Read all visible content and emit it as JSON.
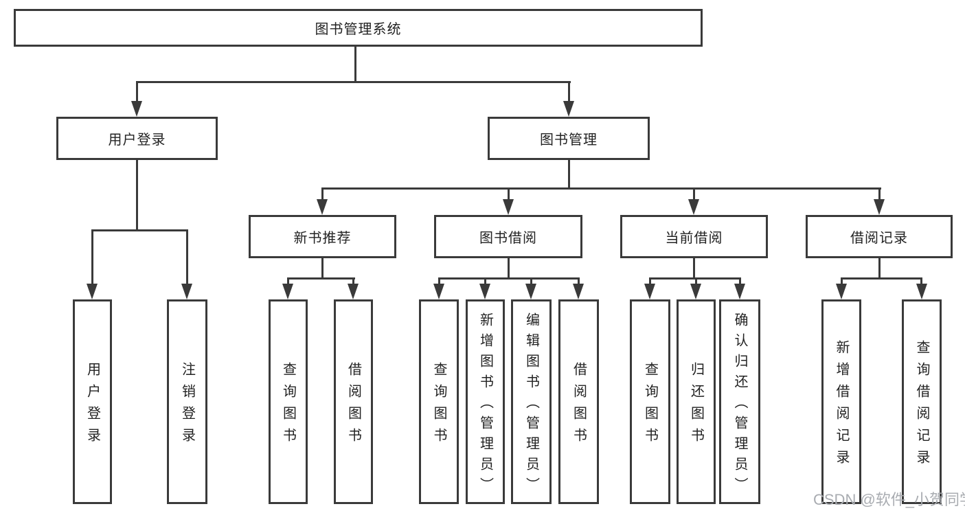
{
  "tree": {
    "root": {
      "label": "图书管理系统"
    },
    "branches": [
      {
        "label": "用户登录",
        "children": [
          {
            "label": "用户登录"
          },
          {
            "label": "注销登录"
          }
        ]
      },
      {
        "label": "图书管理",
        "sections": [
          {
            "label": "新书推荐",
            "children": [
              {
                "label": "查询图书"
              },
              {
                "label": "借阅图书"
              }
            ]
          },
          {
            "label": "图书借阅",
            "children": [
              {
                "label": "查询图书"
              },
              {
                "label": "新增图书（管理员）"
              },
              {
                "label": "编辑图书（管理员）"
              },
              {
                "label": "借阅图书"
              }
            ]
          },
          {
            "label": "当前借阅",
            "children": [
              {
                "label": "查询图书"
              },
              {
                "label": "归还图书"
              },
              {
                "label": "确认归还（管理员）"
              }
            ]
          },
          {
            "label": "借阅记录",
            "children": [
              {
                "label": "新增借阅记录"
              },
              {
                "label": "查询借阅记录"
              }
            ]
          }
        ]
      }
    ]
  },
  "watermark": {
    "text": "CSDN @软件_小贺同学"
  },
  "colors": {
    "line": "#3a3a3a",
    "text": "#222222",
    "watermark": "#a9acb1",
    "background": "#ffffff"
  }
}
